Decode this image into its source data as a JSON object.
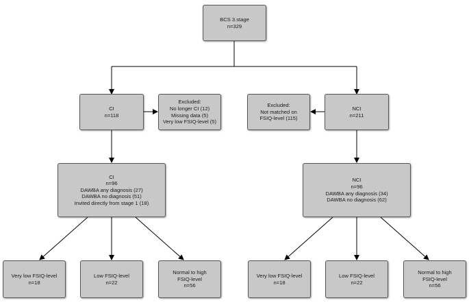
{
  "nodes": {
    "root": {
      "lines": [
        "BCS 3.stage",
        "n=329"
      ]
    },
    "ci": {
      "lines": [
        "CI",
        "n=118"
      ]
    },
    "ci_excluded": {
      "lines": [
        "Excluded:",
        "No longer CI (12)",
        "Missing data (5)",
        "Very low FSIQ-level (5)"
      ]
    },
    "nci_excluded": {
      "lines": [
        "Excluded:",
        "Not matched on",
        "FSIQ-level (115)"
      ]
    },
    "nci": {
      "lines": [
        "NCI",
        "n=211"
      ]
    },
    "ci_detail": {
      "lines": [
        "CI",
        "n=96",
        "DAWBA any diagnosis (27)",
        "DAWBA no diagnosis (51)",
        "Invited directly from stage 1 (18)"
      ]
    },
    "nci_detail": {
      "lines": [
        "NCI",
        "n=96",
        "DAWBA any diagnosis (34)",
        "DAWBA no diagnosis (62)"
      ]
    },
    "ci_very_low": {
      "lines": [
        "Very low FSIQ-level",
        "n=18"
      ]
    },
    "ci_low": {
      "lines": [
        "Low FSIQ-level",
        "n=22"
      ]
    },
    "ci_normal": {
      "lines": [
        "Normal to high",
        "FSIQ-level",
        "n=56"
      ]
    },
    "nci_very_low": {
      "lines": [
        "Very low FSIQ-level",
        "n=18"
      ]
    },
    "nci_low": {
      "lines": [
        "Low FSIQ-level",
        "n=22"
      ]
    },
    "nci_normal": {
      "lines": [
        "Normal to high",
        "FSIQ-level",
        "n=56"
      ]
    }
  },
  "colors": {
    "box_fill": "#c8c8c8",
    "box_border": "#555555",
    "line": "#000000"
  }
}
